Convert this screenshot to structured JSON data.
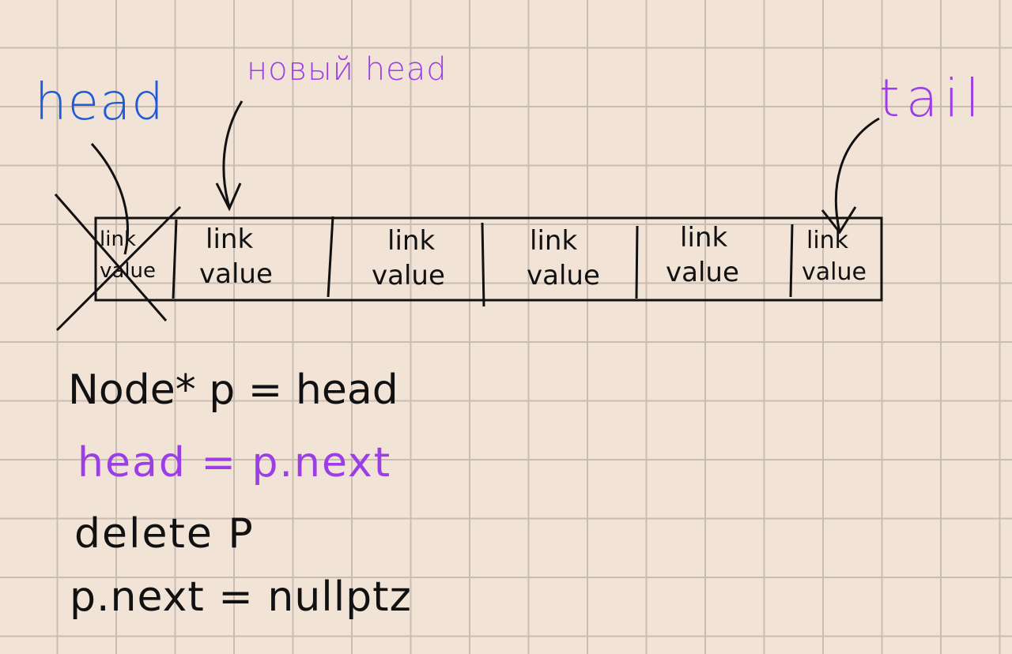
{
  "labels": {
    "head": "head",
    "new_head": "новый head",
    "tail": "tail"
  },
  "nodes": [
    {
      "link": "link",
      "value": "value",
      "deleted": true
    },
    {
      "link": "link",
      "value": "value",
      "deleted": false
    },
    {
      "link": "link",
      "value": "value",
      "deleted": false
    },
    {
      "link": "link",
      "value": "value",
      "deleted": false
    },
    {
      "link": "link",
      "value": "value",
      "deleted": false
    },
    {
      "link": "link",
      "value": "value",
      "deleted": false
    }
  ],
  "code": [
    {
      "text": "Node* p = head",
      "color": "#111111"
    },
    {
      "text": "head = p.next",
      "color": "#9b3ee6"
    },
    {
      "text": "delete  P",
      "color": "#111111"
    },
    {
      "text": "p.next = nullptz",
      "color": "#111111"
    }
  ],
  "colors": {
    "background": "#f2e3d7",
    "grid": "#c9bdb3",
    "head_label": "#1f5bd8",
    "highlight": "#9b3ee6",
    "ink": "#111111"
  }
}
